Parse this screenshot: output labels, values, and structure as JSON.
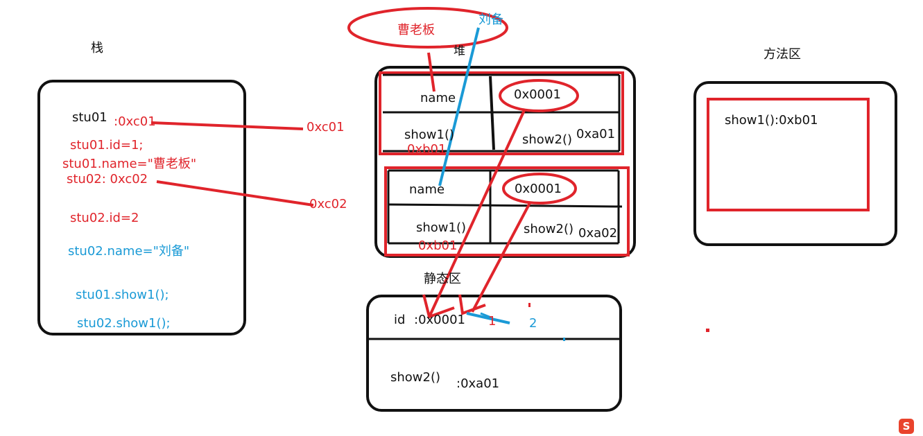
{
  "colors": {
    "ink": "#111111",
    "red": "#e0242b",
    "blue": "#1a9ad6"
  },
  "heading": {
    "stack": "栈",
    "heap": "堆",
    "method_area": "方法区",
    "static_area": "静态区"
  },
  "oval": {
    "label": "曹老板",
    "overlay_label": "刘备"
  },
  "stack": {
    "stu01": "stu01",
    "stu01_ref": ":0xc01",
    "stu01_id": "stu01.id=1;",
    "stu01_name": "stu01.name=\"曹老板\"",
    "stu02": "stu02:  0xc02",
    "stu02_id": "stu02.id=2",
    "stu02_name": "stu02.name=\"刘备\"",
    "call1": "stu01.show1();",
    "call2": "stu02.show1();"
  },
  "arrow_labels": {
    "obj1": "0xc01",
    "obj2": "0xc02"
  },
  "heap": {
    "objects": [
      {
        "field": "name",
        "ref": "0x0001",
        "method1": "show1()",
        "method1_addr": "0xb01",
        "method2": "show2()",
        "method2_addr": "0xa01"
      },
      {
        "field": "name",
        "ref": "0x0001",
        "method1": "show1()",
        "method1_addr": "0xb01",
        "method2": "show2()",
        "method2_addr": "0xa02"
      }
    ]
  },
  "method_area": {
    "entry": "show1():0xb01"
  },
  "static_area": {
    "id_label": "id",
    "id_value": ":0x0001",
    "old_value": "1",
    "new_value": "2",
    "method": "show2()",
    "method_addr": ":0xa01"
  },
  "logo": {
    "text": "S"
  }
}
